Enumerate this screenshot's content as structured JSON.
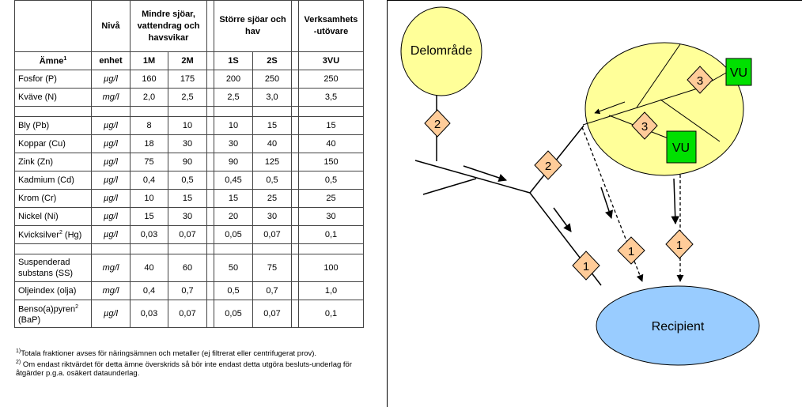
{
  "table": {
    "headers": {
      "niva": "Nivå",
      "group_small": "Mindre sjöar, vattendrag och havsvikar",
      "group_large": "Större sjöar och hav",
      "group_vu": "Verksamhets -utövare"
    },
    "subheaders": {
      "substance": "Ämne",
      "substance_sup": "1",
      "unit": "enhet",
      "c1": "1M",
      "c2": "2M",
      "c3": "1S",
      "c4": "2S",
      "c5": "3VU"
    },
    "rows": [
      {
        "name": "Fosfor (P)",
        "unit": "µg/l",
        "v": [
          "160",
          "175",
          "200",
          "250",
          "250"
        ]
      },
      {
        "name": "Kväve (N)",
        "unit": "mg/l",
        "v": [
          "2,0",
          "2,5",
          "2,5",
          "3,0",
          "3,5"
        ]
      },
      {
        "name": "Bly (Pb)",
        "unit": "µg/l",
        "v": [
          "8",
          "10",
          "10",
          "15",
          "15"
        ]
      },
      {
        "name": "Koppar (Cu)",
        "unit": "µg/l",
        "v": [
          "18",
          "30",
          "30",
          "40",
          "40"
        ]
      },
      {
        "name": "Zink (Zn)",
        "unit": "µg/l",
        "v": [
          "75",
          "90",
          "90",
          "125",
          "150"
        ]
      },
      {
        "name": "Kadmium (Cd)",
        "unit": "µg/l",
        "v": [
          "0,4",
          "0,5",
          "0,45",
          "0,5",
          "0,5"
        ]
      },
      {
        "name": "Krom (Cr)",
        "unit": "µg/l",
        "v": [
          "10",
          "15",
          "15",
          "25",
          "25"
        ]
      },
      {
        "name": "Nickel (Ni)",
        "unit": "µg/l",
        "v": [
          "15",
          "30",
          "20",
          "30",
          "30"
        ]
      },
      {
        "name": "Kvicksilver",
        "sup": "2",
        "suffix": " (Hg)",
        "unit": "µg/l",
        "v": [
          "0,03",
          "0,07",
          "0,05",
          "0,07",
          "0,1"
        ]
      },
      {
        "name": "Suspenderad substans (SS)",
        "unit": "mg/l",
        "v": [
          "40",
          "60",
          "50",
          "75",
          "100"
        ]
      },
      {
        "name": "Oljeindex (olja)",
        "unit": "mg/l",
        "v": [
          "0,4",
          "0,7",
          "0,5",
          "0,7",
          "1,0"
        ]
      },
      {
        "name": "Benso(a)pyren",
        "sup": "2",
        "suffix": " (BaP)",
        "unit": "µg/l",
        "v": [
          "0,03",
          "0,07",
          "0,05",
          "0,07",
          "0,1"
        ]
      }
    ]
  },
  "footnotes": {
    "n1_mark": "1)",
    "n1": "Totala fraktioner avses för näringsämnen och metaller (ej filtrerat eller centrifugerat prov).",
    "n2_mark": "2)",
    "n2": " Om endast riktvärdet för detta ämne överskrids så bör inte endast detta utgöra besluts-underlag för åtgärder p.g.a. osäkert dataunderlag."
  },
  "diagram": {
    "delomrade": "Delområde",
    "recipient": "Recipient",
    "vu_label": "VU",
    "markers": {
      "m1": "1",
      "m2": "2",
      "m3": "3"
    },
    "colors": {
      "yellow": "#ffff99",
      "blue": "#99ccff",
      "green": "#00e000",
      "diamond": "#ffcc99"
    }
  }
}
